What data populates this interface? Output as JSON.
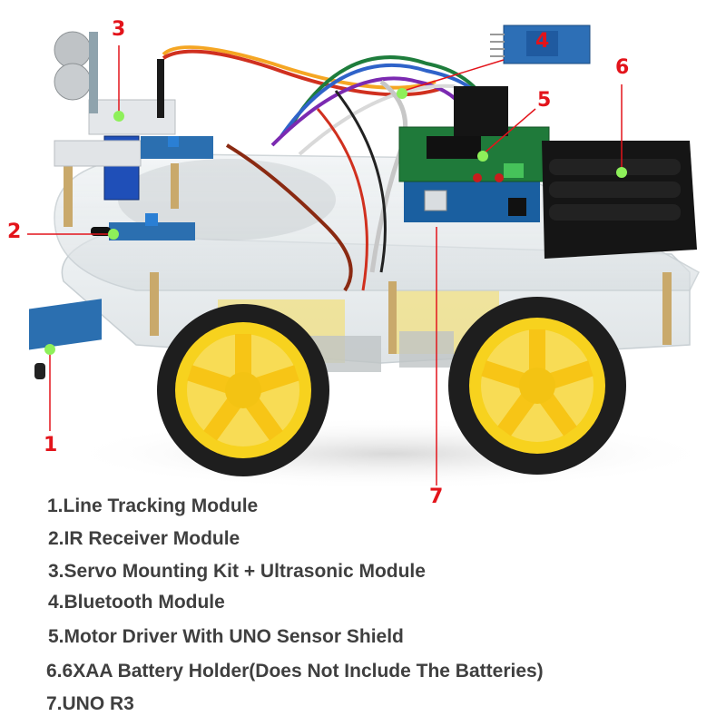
{
  "callouts": [
    {
      "number": "1",
      "label": "Line Tracking Module"
    },
    {
      "number": "2",
      "label": "IR Receiver Module"
    },
    {
      "number": "3",
      "label": "Servo Mounting Kit + Ultrasonic Module"
    },
    {
      "number": "4",
      "label": "Bluetooth Module"
    },
    {
      "number": "5",
      "label": "Motor Driver With UNO Sensor Shield"
    },
    {
      "number": "6",
      "label": "6XAA Battery Holder(Does Not Include The Batteries)"
    },
    {
      "number": "7",
      "label": "UNO R3"
    }
  ],
  "legend": [
    "1.Line Tracking Module",
    "2.IR Receiver Module",
    "3.Servo Mounting Kit  + Ultrasonic Module",
    "4.Bluetooth Module",
    "5.Motor Driver With UNO Sensor Shield",
    "6.6XAA Battery Holder(Does Not Include The Batteries)",
    "7.UNO R3"
  ],
  "colors": {
    "callout_red": "#e3141b",
    "marker_green": "#8ef05a",
    "legend_text": "#3f3f3f",
    "wheel_yellow": "#f7d21e",
    "tire_black": "#1e1e1e",
    "pcb_green": "#1f7a3a",
    "pcb_blue": "#2b6fb0",
    "battery_black": "#151515"
  }
}
